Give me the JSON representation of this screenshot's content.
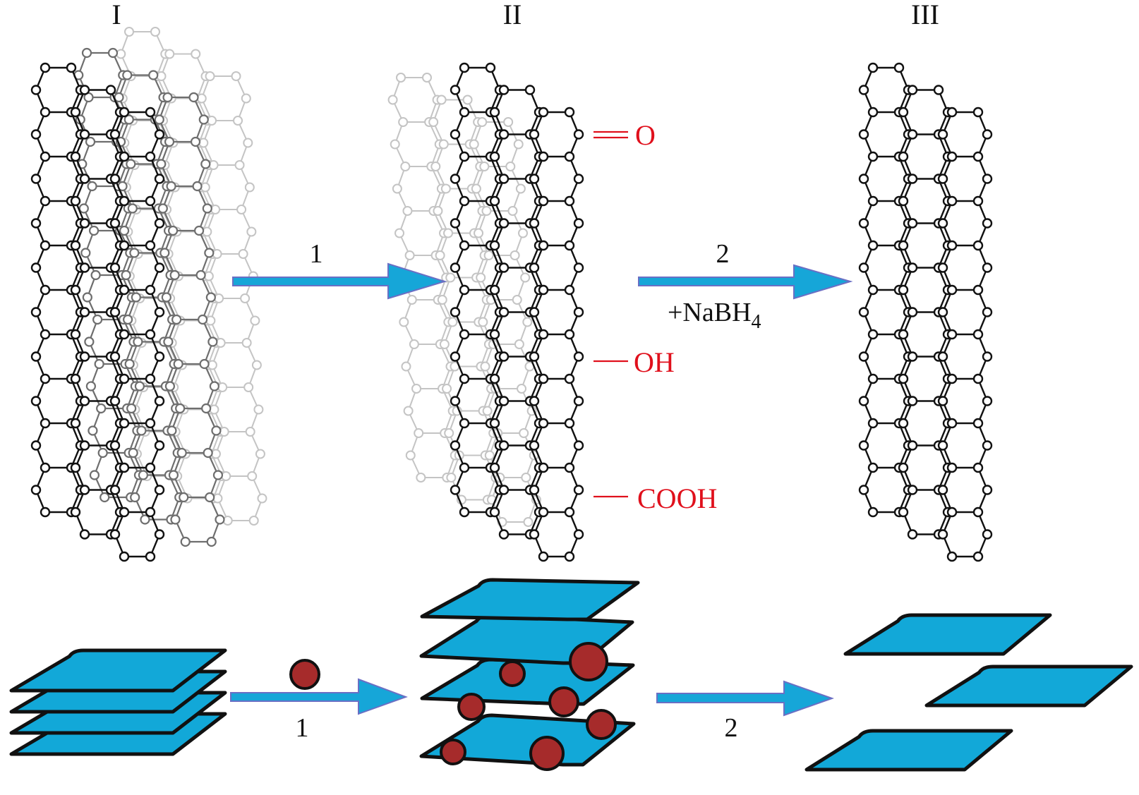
{
  "colors": {
    "arrow_fill": "#16a6d8",
    "arrow_stroke": "#6a6fc4",
    "sheet_fill": "#12a8d8",
    "sheet_stroke": "#111111",
    "particle_fill": "#a62b2b",
    "functional_group": "#e0101c",
    "lattice_front": "#111111",
    "lattice_mid": "#6e6e6e",
    "lattice_back": "#c4c4c4"
  },
  "panels": [
    {
      "id": "I",
      "label": "I"
    },
    {
      "id": "II",
      "label": "II"
    },
    {
      "id": "III",
      "label": "III"
    }
  ],
  "top_row": {
    "step1": {
      "label": "1",
      "icon": "arrow-right-icon"
    },
    "step2": {
      "label": "2",
      "reagent": "+NaBH",
      "reagent_subscript": "4",
      "icon": "arrow-right-icon"
    },
    "functional_groups": [
      {
        "label": "O",
        "bond": "double"
      },
      {
        "label": "OH",
        "bond": "single"
      },
      {
        "label": "COOH",
        "bond": "single"
      }
    ]
  },
  "bottom_row": {
    "step1": {
      "label": "1",
      "icon": "arrow-right-icon"
    },
    "step2": {
      "label": "2",
      "icon": "arrow-right-icon"
    },
    "stack_layers": 4,
    "intercalated_layers": 4,
    "separated_sheets": 3
  }
}
